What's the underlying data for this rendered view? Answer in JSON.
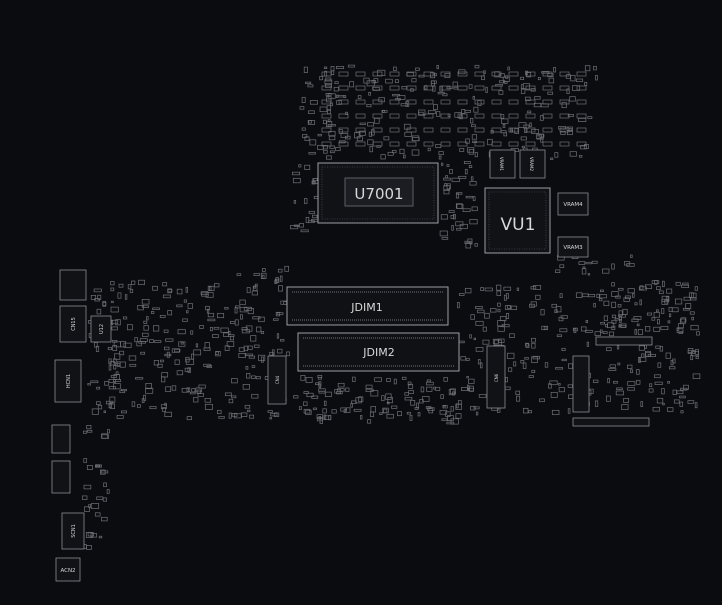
{
  "components": {
    "cpu": "U7001",
    "gpu": "VU1",
    "vram_top_left": "VRAM1",
    "vram_top_right": "VRAM2",
    "vram_right_top": "VRAM4",
    "vram_right_bottom": "VRAM3",
    "dimm_1": "JDIM1",
    "dimm_2": "JDIM2",
    "left_conn_1": "CN15",
    "left_conn_2": "HCN1",
    "left_ic": "U12",
    "bottom_conn_1": "SCN1",
    "bottom_conn_2": "ACN2",
    "center_conn": "CN4",
    "right_conn": "CN6"
  },
  "colors": {
    "background": "#0b0c10",
    "outline": "#8a8d92",
    "text": "#d8d8d8"
  }
}
